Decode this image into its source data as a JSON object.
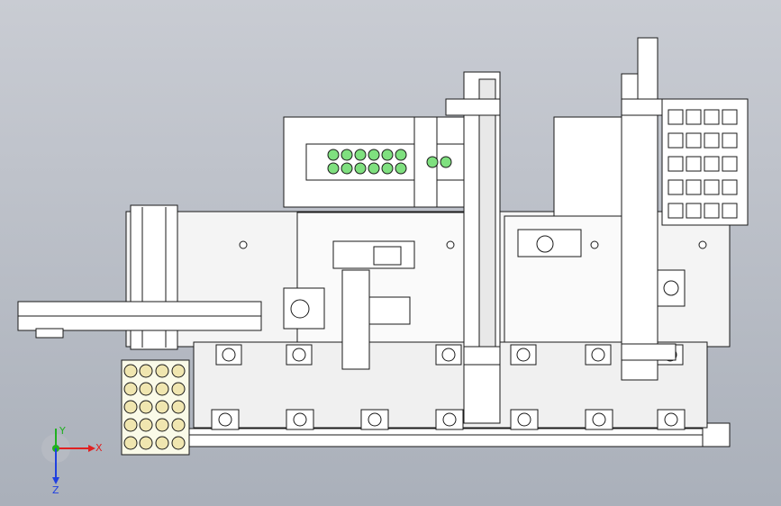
{
  "viewport": {
    "background_top": "#c9ccd3",
    "background_bottom": "#aab0ba",
    "line_color": "#1a1a1a",
    "part_fill": "#ffffff",
    "accent_green": "#7fe07f"
  },
  "triad": {
    "x_label": "X",
    "y_label": "Y",
    "z_label": "Z",
    "x_color": "#e02020",
    "y_color": "#20b020",
    "z_color": "#2040e0"
  }
}
